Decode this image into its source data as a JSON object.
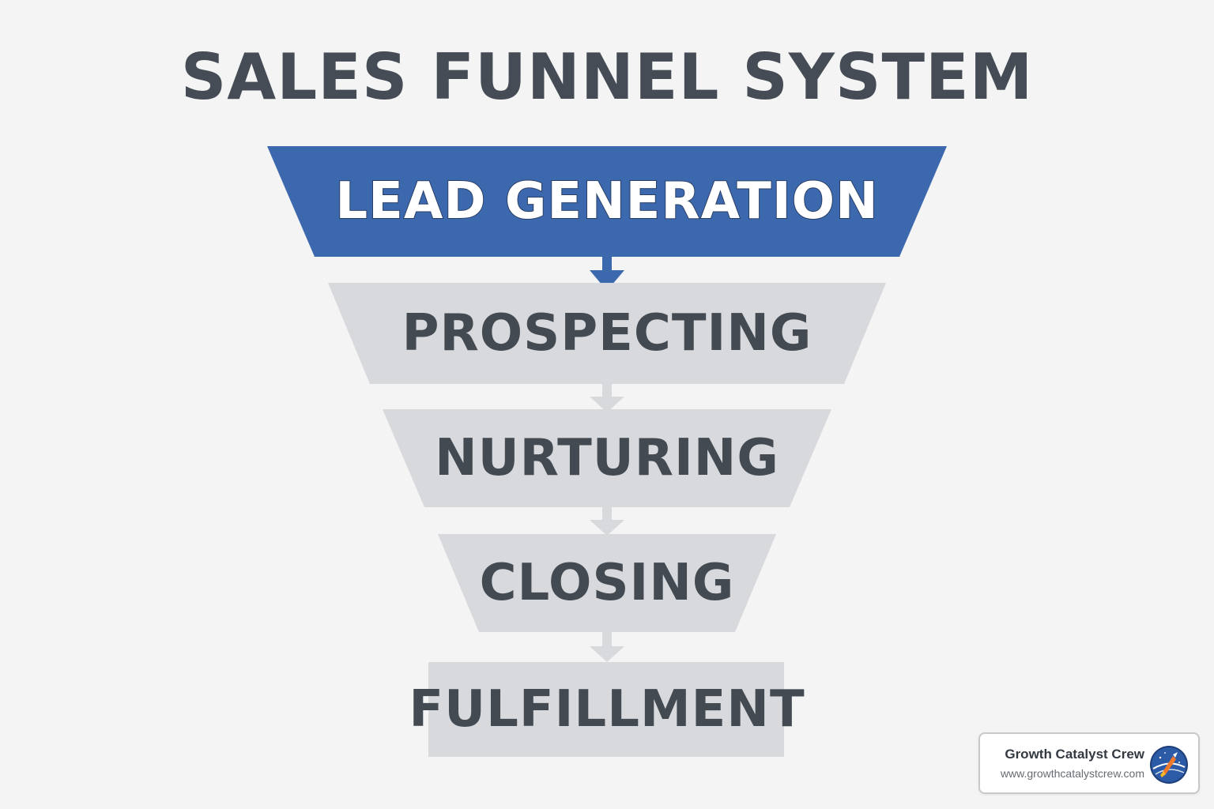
{
  "title": "SALES FUNNEL SYSTEM",
  "colors": {
    "background": "#f4f4f4",
    "primary_stage": "#3c68ae",
    "secondary_stage": "#d8d9dc",
    "title_text": "#454c55",
    "stage_text": "#434a52"
  },
  "funnel": {
    "stages": [
      {
        "label": "LEAD GENERATION",
        "highlighted": true
      },
      {
        "label": "PROSPECTING",
        "highlighted": false
      },
      {
        "label": "NURTURING",
        "highlighted": false
      },
      {
        "label": "CLOSING",
        "highlighted": false
      },
      {
        "label": "FULFILLMENT",
        "highlighted": false
      }
    ]
  },
  "brand": {
    "name": "Growth Catalyst Crew",
    "url": "www.growthcatalystcrew.com",
    "logo_icon": "rocket-globe-logo-icon"
  }
}
